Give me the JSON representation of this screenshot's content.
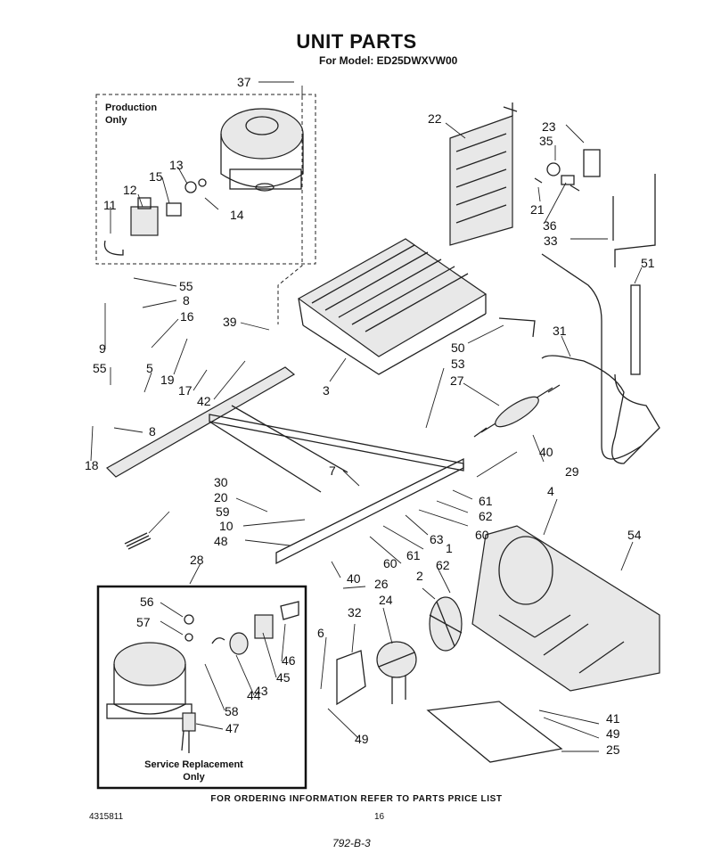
{
  "header": {
    "title": "UNIT PARTS",
    "model": "For Model: ED25DWXVW00"
  },
  "boxes": {
    "production": {
      "line1": "Production",
      "line2": "Only"
    },
    "service": {
      "line1": "Service Replacement",
      "line2": "Only"
    }
  },
  "footer": {
    "ordering_note": "FOR ORDERING INFORMATION REFER TO PARTS PRICE LIST",
    "doc_number": "4315811",
    "page_number": "16",
    "handwritten": "792-B-3"
  },
  "callouts": [
    "37",
    "22",
    "23",
    "35",
    "13",
    "15",
    "12",
    "11",
    "14",
    "21",
    "36",
    "33",
    "51",
    "55",
    "8",
    "39",
    "16",
    "9",
    "55",
    "5",
    "19",
    "17",
    "42",
    "3",
    "50",
    "31",
    "53",
    "27",
    "8",
    "18",
    "30",
    "7",
    "40",
    "29",
    "20",
    "59",
    "10",
    "48",
    "28",
    "40",
    "26",
    "61",
    "62",
    "60",
    "63",
    "60",
    "61",
    "62",
    "1",
    "4",
    "54",
    "2",
    "24",
    "32",
    "56",
    "57",
    "46",
    "45",
    "43",
    "44",
    "58",
    "47",
    "6",
    "49",
    "41",
    "49",
    "25"
  ]
}
